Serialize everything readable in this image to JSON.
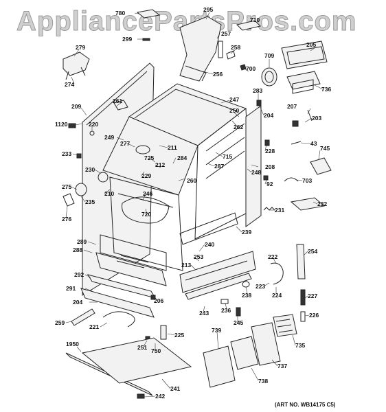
{
  "watermark": "AppliancePartsPros.com",
  "art_number": "(ART NO. WB14175 C5)",
  "labels": [
    {
      "id": "780",
      "text": "780"
    },
    {
      "id": "295",
      "text": "295"
    },
    {
      "id": "710",
      "text": "710"
    },
    {
      "id": "299",
      "text": "299"
    },
    {
      "id": "257",
      "text": "257"
    },
    {
      "id": "258",
      "text": "258"
    },
    {
      "id": "205",
      "text": "205"
    },
    {
      "id": "279",
      "text": "279"
    },
    {
      "id": "709",
      "text": "709"
    },
    {
      "id": "700",
      "text": "700"
    },
    {
      "id": "256",
      "text": "256"
    },
    {
      "id": "274",
      "text": "274"
    },
    {
      "id": "736",
      "text": "736"
    },
    {
      "id": "283",
      "text": "283"
    },
    {
      "id": "247",
      "text": "247"
    },
    {
      "id": "261",
      "text": "261"
    },
    {
      "id": "209",
      "text": "209"
    },
    {
      "id": "250",
      "text": "250"
    },
    {
      "id": "204a",
      "text": "204"
    },
    {
      "id": "207",
      "text": "207"
    },
    {
      "id": "203",
      "text": "203"
    },
    {
      "id": "1120",
      "text": "1120"
    },
    {
      "id": "220",
      "text": "220"
    },
    {
      "id": "262",
      "text": "262"
    },
    {
      "id": "249",
      "text": "249"
    },
    {
      "id": "277",
      "text": "277"
    },
    {
      "id": "228",
      "text": "228"
    },
    {
      "id": "43",
      "text": "43"
    },
    {
      "id": "211",
      "text": "211"
    },
    {
      "id": "745",
      "text": "745"
    },
    {
      "id": "233",
      "text": "233"
    },
    {
      "id": "725",
      "text": "725"
    },
    {
      "id": "284",
      "text": "284"
    },
    {
      "id": "715",
      "text": "715"
    },
    {
      "id": "212",
      "text": "212"
    },
    {
      "id": "287",
      "text": "287"
    },
    {
      "id": "208",
      "text": "208"
    },
    {
      "id": "230",
      "text": "230"
    },
    {
      "id": "229",
      "text": "229"
    },
    {
      "id": "248",
      "text": "248"
    },
    {
      "id": "260",
      "text": "260"
    },
    {
      "id": "92",
      "text": "92"
    },
    {
      "id": "703",
      "text": "703"
    },
    {
      "id": "275",
      "text": "275"
    },
    {
      "id": "210",
      "text": "210"
    },
    {
      "id": "246",
      "text": "246"
    },
    {
      "id": "235",
      "text": "235"
    },
    {
      "id": "232",
      "text": "232"
    },
    {
      "id": "231",
      "text": "231"
    },
    {
      "id": "720",
      "text": "720"
    },
    {
      "id": "276",
      "text": "276"
    },
    {
      "id": "239",
      "text": "239"
    },
    {
      "id": "289",
      "text": "289"
    },
    {
      "id": "240",
      "text": "240"
    },
    {
      "id": "288",
      "text": "288"
    },
    {
      "id": "254",
      "text": "254"
    },
    {
      "id": "253",
      "text": "253"
    },
    {
      "id": "222",
      "text": "222"
    },
    {
      "id": "213",
      "text": "213"
    },
    {
      "id": "292",
      "text": "292"
    },
    {
      "id": "223",
      "text": "223"
    },
    {
      "id": "291",
      "text": "291"
    },
    {
      "id": "224",
      "text": "224"
    },
    {
      "id": "238",
      "text": "238"
    },
    {
      "id": "227",
      "text": "227"
    },
    {
      "id": "206",
      "text": "206"
    },
    {
      "id": "204b",
      "text": "204"
    },
    {
      "id": "236",
      "text": "236"
    },
    {
      "id": "243",
      "text": "243"
    },
    {
      "id": "226",
      "text": "226"
    },
    {
      "id": "245",
      "text": "245"
    },
    {
      "id": "259",
      "text": "259"
    },
    {
      "id": "221",
      "text": "221"
    },
    {
      "id": "225",
      "text": "225"
    },
    {
      "id": "739",
      "text": "739"
    },
    {
      "id": "735",
      "text": "735"
    },
    {
      "id": "1950",
      "text": "1950"
    },
    {
      "id": "251",
      "text": "251"
    },
    {
      "id": "750",
      "text": "750"
    },
    {
      "id": "737",
      "text": "737"
    },
    {
      "id": "738",
      "text": "738"
    },
    {
      "id": "241",
      "text": "241"
    },
    {
      "id": "242",
      "text": "242"
    }
  ]
}
